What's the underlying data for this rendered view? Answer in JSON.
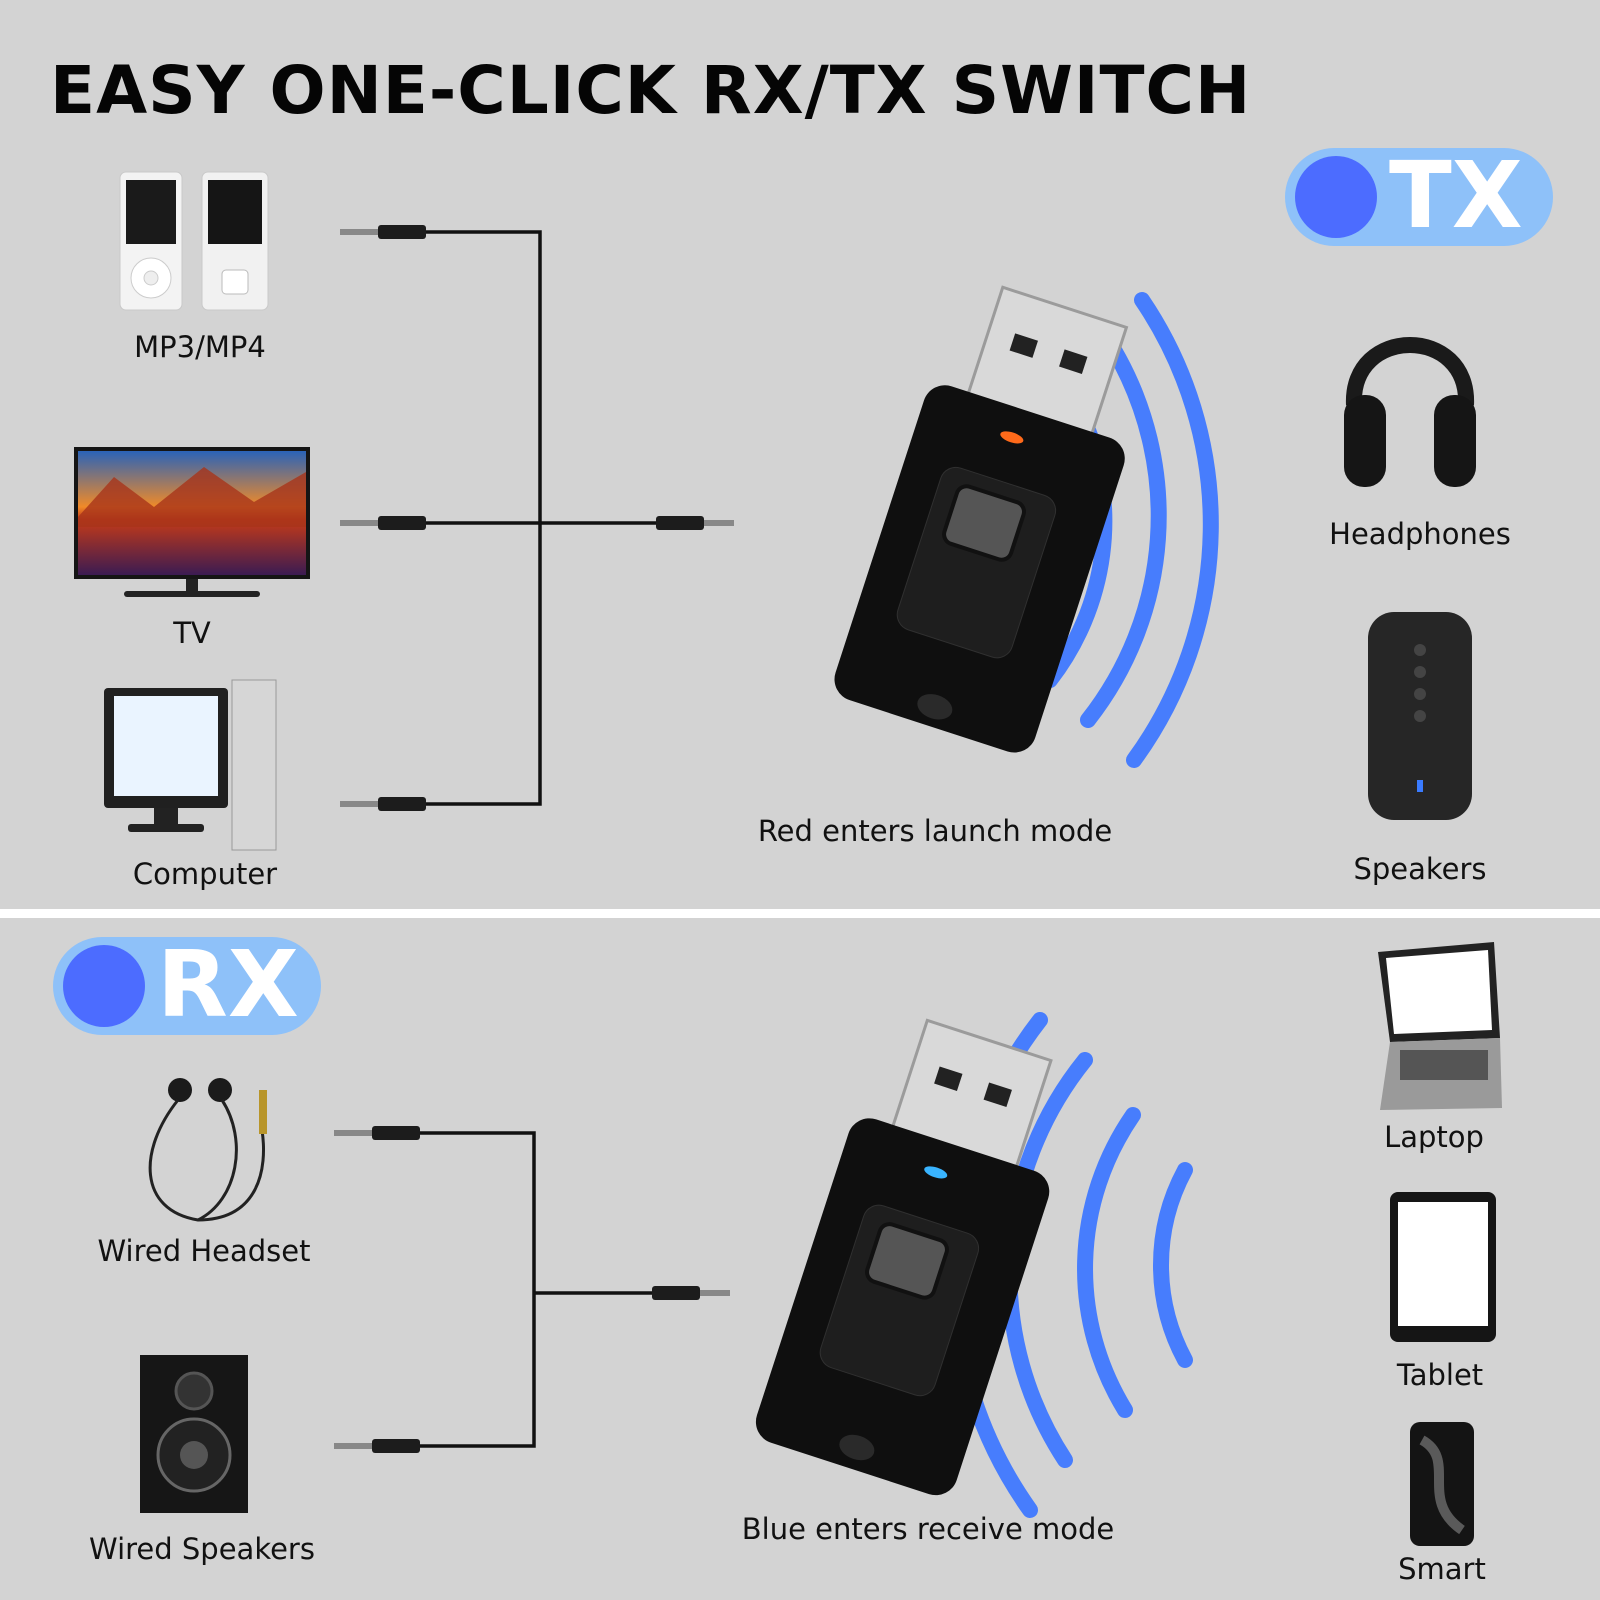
{
  "title": "EASY ONE-CLICK RX/TX SWITCH",
  "tx": {
    "badge": "TX",
    "sources": [
      "MP3/MP4",
      "TV",
      "Computer"
    ],
    "caption": "Red enters launch mode",
    "outputs": [
      "Headphones",
      "Speakers"
    ],
    "led_color": "#ff6a1a"
  },
  "rx": {
    "badge": "RX",
    "outputs": [
      "Wired Headset",
      "Wired Speakers"
    ],
    "caption": "Blue enters receive mode",
    "sources": [
      "Laptop",
      "Tablet",
      "Smart"
    ],
    "led_color": "#39b4ff"
  },
  "colors": {
    "badge_fill": "#8ec1f9",
    "badge_dot": "#4c6cff",
    "wave": "#3f78ff",
    "background": "#d3d3d3"
  }
}
